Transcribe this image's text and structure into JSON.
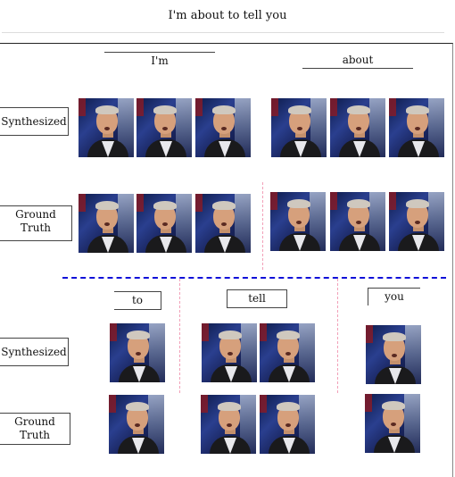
{
  "caption": "I'm about to tell you",
  "words": {
    "im": "I'm",
    "about": "about",
    "to": "to",
    "tell": "tell",
    "you": "you"
  },
  "row_labels": {
    "synthesized": "Synthesized",
    "ground_truth_line1": "Ground",
    "ground_truth_line2": "Truth"
  },
  "colors": {
    "divider_blue": "#1010d8",
    "divider_pink": "#f2a0b8"
  }
}
